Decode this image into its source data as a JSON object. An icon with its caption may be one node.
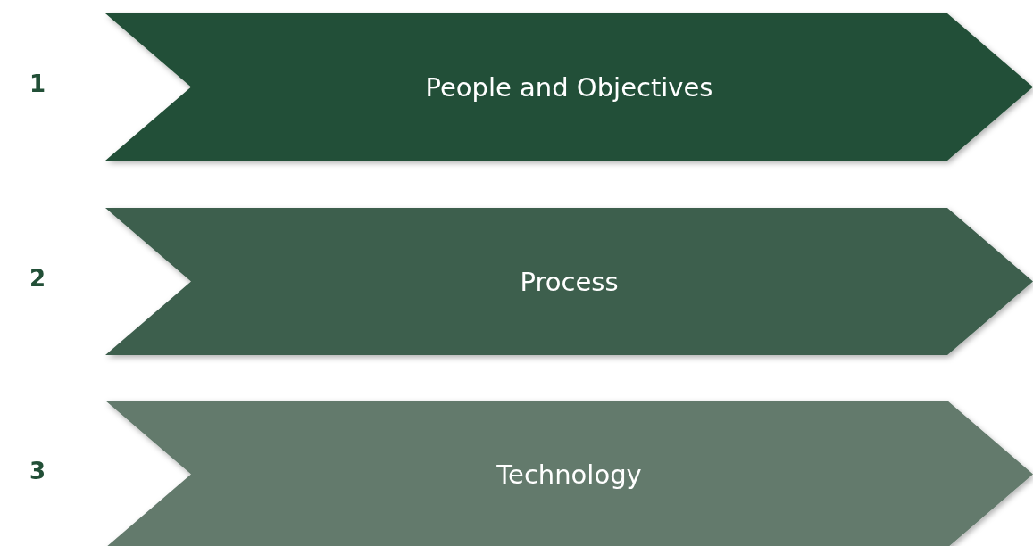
{
  "diagram": {
    "nodes": [
      {
        "text": [
          "People and Objectives"
        ],
        "beside": [
          "1"
        ]
      },
      {
        "text": [
          "Process"
        ],
        "beside": [
          "2"
        ]
      },
      {
        "text": [
          "Technology"
        ],
        "beside": [
          "3"
        ]
      }
    ]
  }
}
